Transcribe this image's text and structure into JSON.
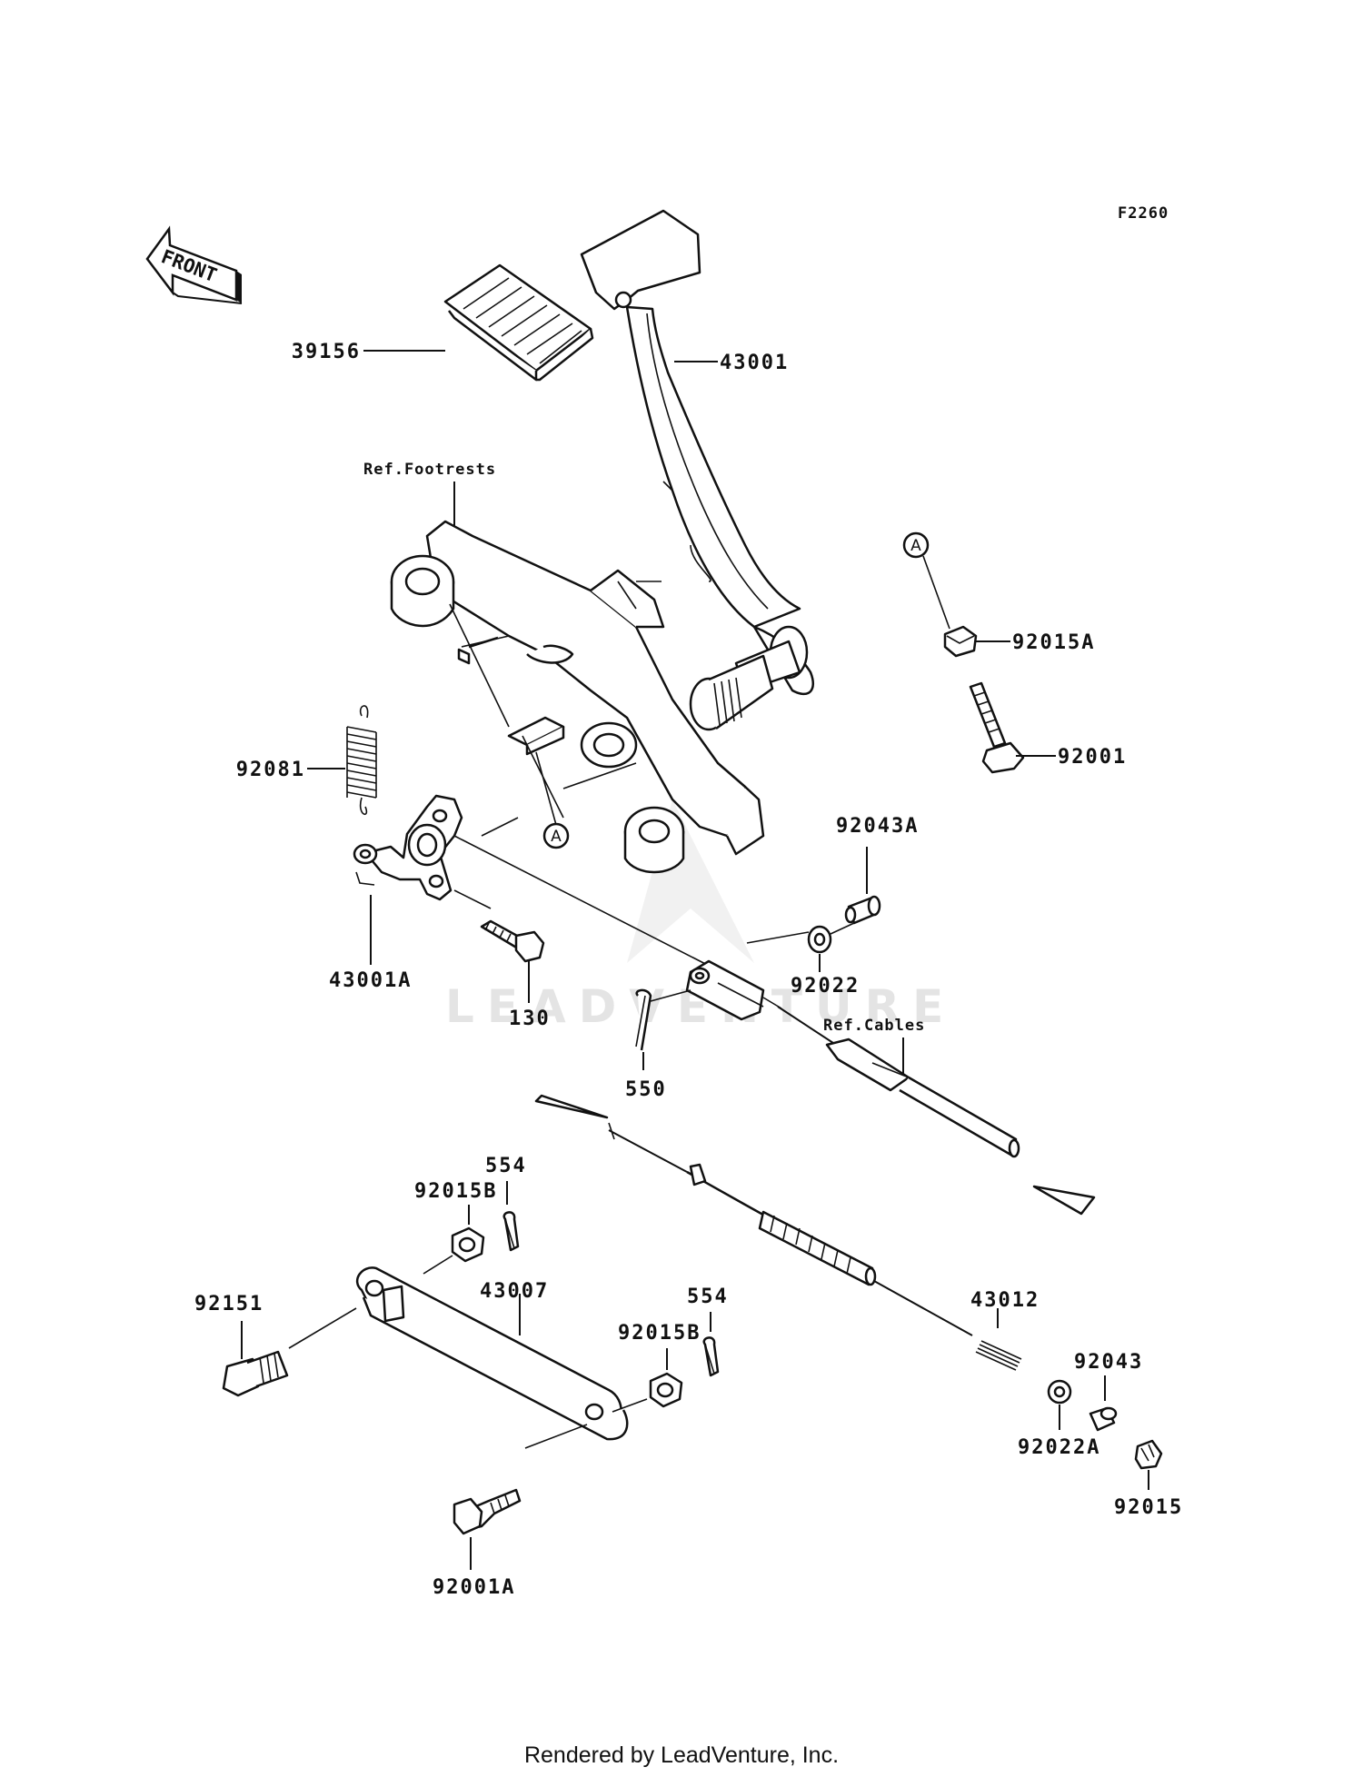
{
  "diagram": {
    "figure_code": "F2260",
    "front_indicator": "FRONT",
    "circle_ref": "A",
    "labels": {
      "p39156": "39156",
      "p43001": "43001",
      "ref_footrests": "Ref.Footrests",
      "p92015A": "92015A",
      "p92001": "92001",
      "p92081": "92081",
      "p92043A": "92043A",
      "p43001A": "43001A",
      "p130": "130",
      "p92022": "92022",
      "ref_cables": "Ref.Cables",
      "p550": "550",
      "p554a": "554",
      "p92015Ba": "92015B",
      "p43007": "43007",
      "p554b": "554",
      "p92015Bb": "92015B",
      "p92151": "92151",
      "p43012": "43012",
      "p92043": "92043",
      "p92022A": "92022A",
      "p92015": "92015",
      "p92001A": "92001A"
    }
  },
  "watermark": "LEADVENTURE",
  "footer": "Rendered by LeadVenture, Inc."
}
